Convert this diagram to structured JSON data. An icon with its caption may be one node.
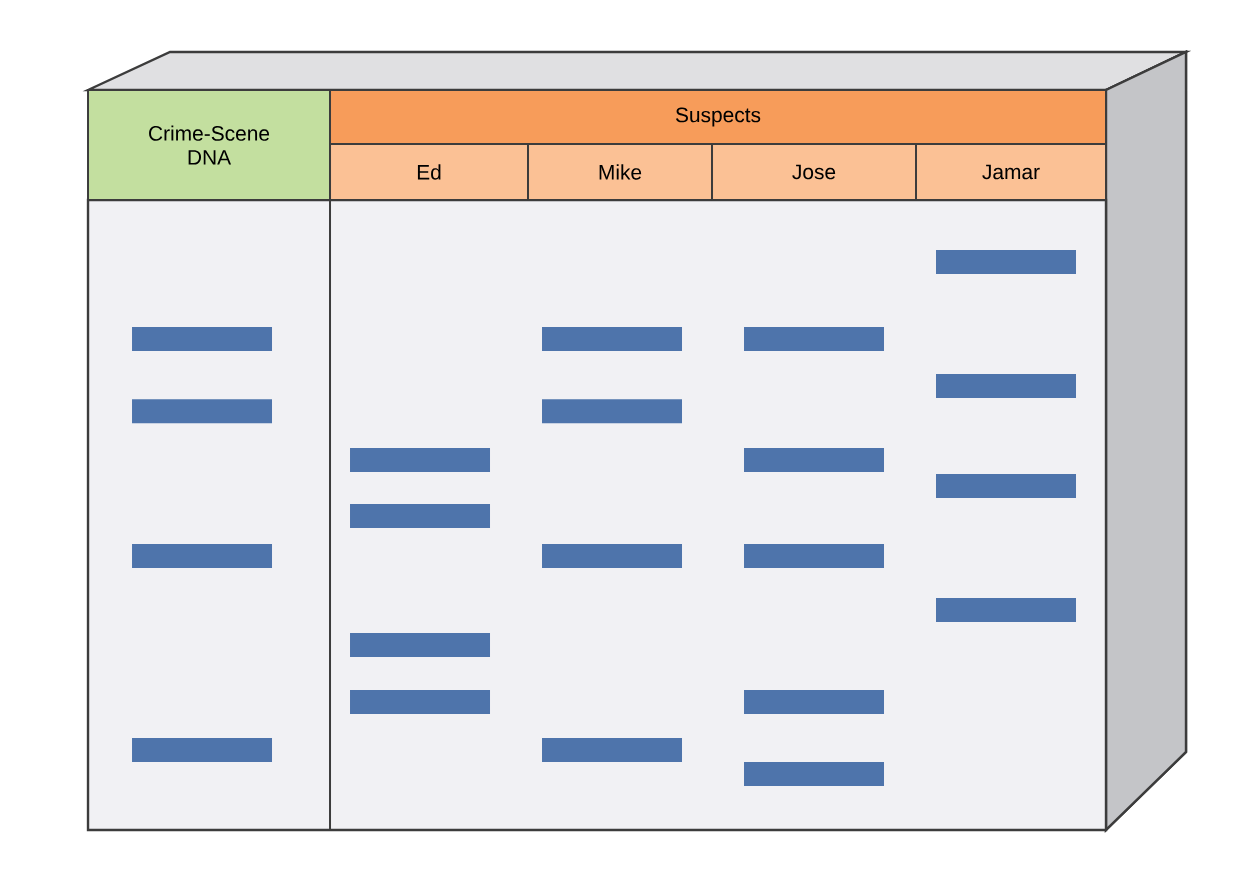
{
  "diagram": {
    "nodes": [
      {
        "text": [
          "Crime-Scene DNA"
        ]
      },
      {
        "text": [
          "Suspects"
        ]
      },
      {
        "text": [
          "Ed"
        ]
      },
      {
        "text": [
          "Mike"
        ]
      },
      {
        "text": [
          "Jose"
        ]
      },
      {
        "text": [
          "Jamar"
        ]
      }
    ],
    "edges": []
  }
}
